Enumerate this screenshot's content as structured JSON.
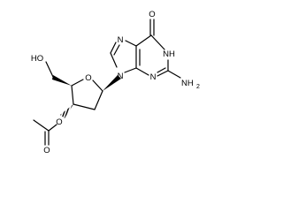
{
  "molecule": {
    "atoms": {
      "o_carbonyl": "O",
      "n7": "N",
      "n1_h": "NH",
      "n9": "N",
      "n3": "N",
      "nh2": "NH",
      "nh2_sub": "2",
      "o_ring": "O",
      "o_hydroxyl": "HO",
      "o_ester": "O",
      "o_acetyl": "O"
    }
  }
}
